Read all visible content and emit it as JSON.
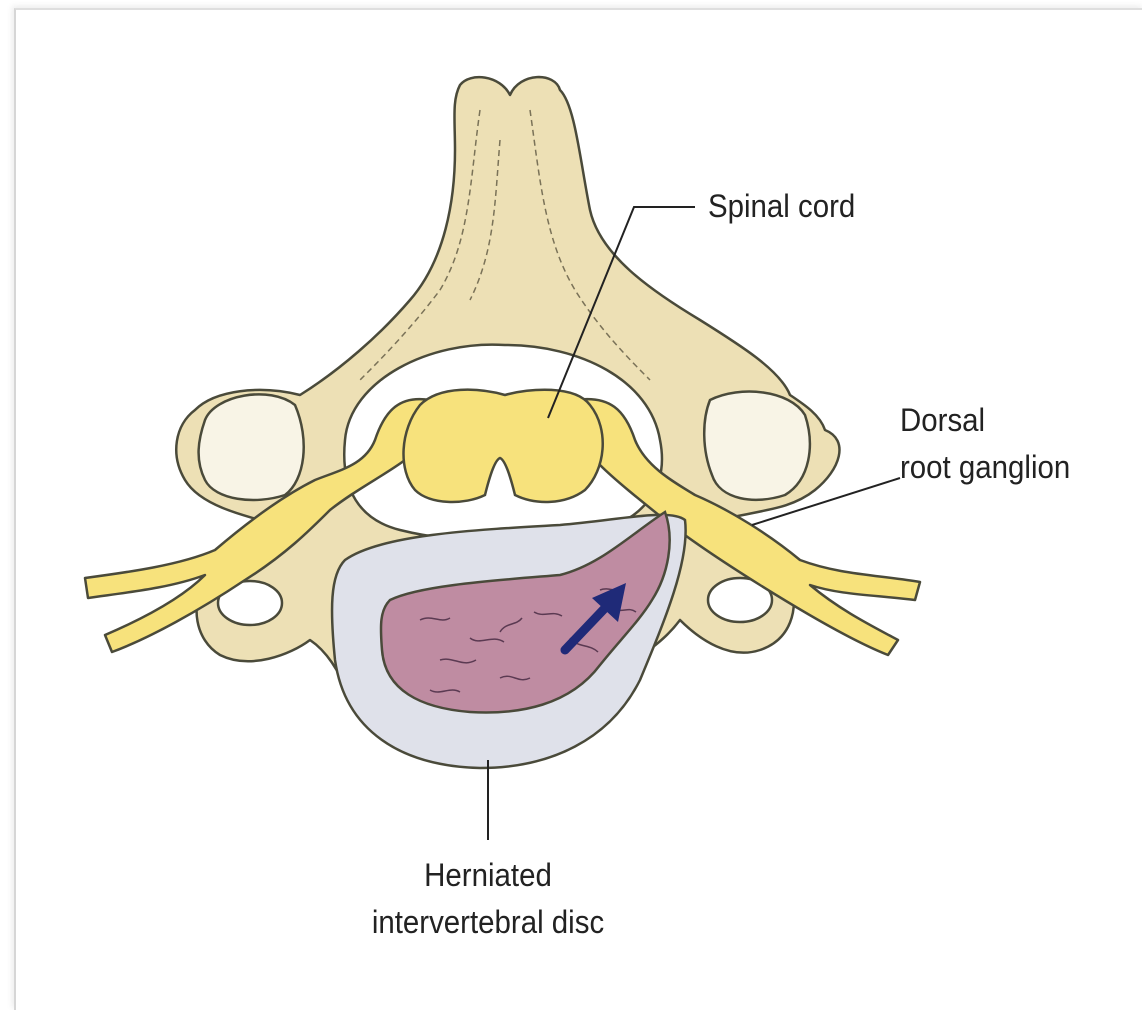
{
  "labels": {
    "spinal_cord": "Spinal cord",
    "dorsal_root_ganglion_line1": "Dorsal",
    "dorsal_root_ganglion_line2": "root ganglion",
    "herniated_disc_line1": "Herniated",
    "herniated_disc_line2": "intervertebral disc"
  },
  "colors": {
    "bone": "#ede0b5",
    "bone_outline": "#4a4a3a",
    "facet": "#f8f4e6",
    "nerve": "#f7e27c",
    "annulus": "#dfe1ea",
    "nucleus": "#bf8ca2",
    "arrow": "#1f2a78"
  }
}
